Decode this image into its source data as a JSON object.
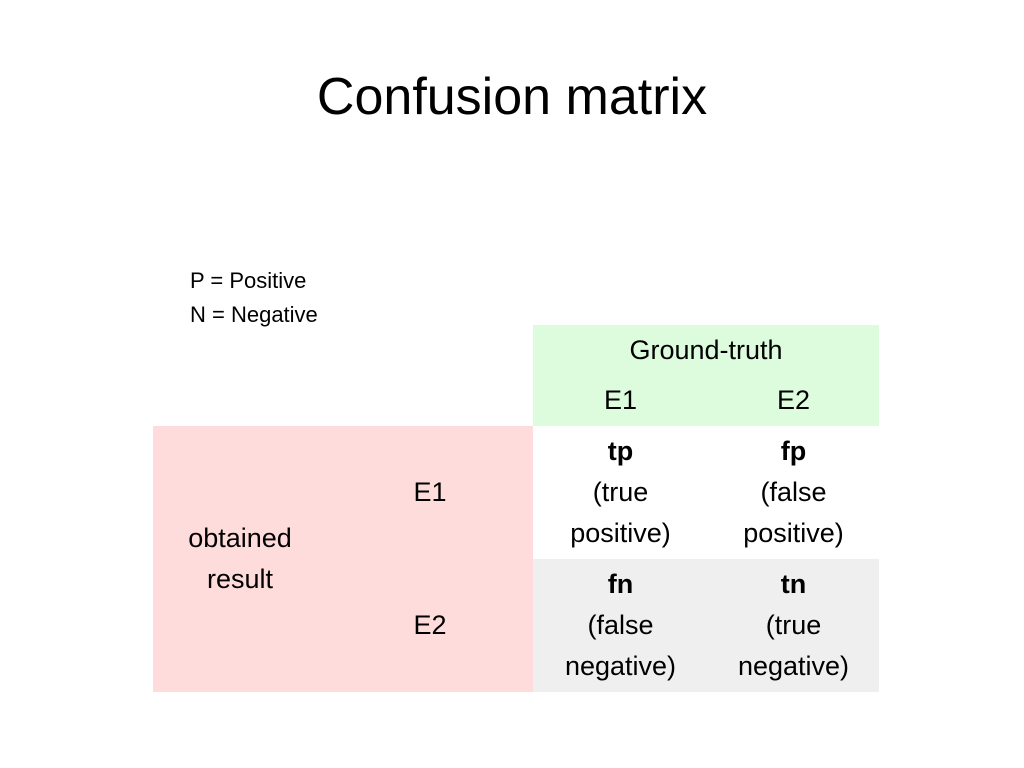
{
  "title": "Confusion matrix",
  "legend": {
    "line1": "P = Positive",
    "line2": "N = Negative"
  },
  "matrix": {
    "ground_truth_label": "Ground-truth",
    "ground_truth_classes": [
      "E1",
      "E2"
    ],
    "obtained_label_line1": "obtained",
    "obtained_label_line2": "result",
    "obtained_classes": [
      "E1",
      "E2"
    ],
    "cells": {
      "tp": {
        "abbr": "tp",
        "line1": "(true",
        "line2": "positive)"
      },
      "fp": {
        "abbr": "fp",
        "line1": "(false",
        "line2": "positive)"
      },
      "fn": {
        "abbr": "fn",
        "line1": "(false",
        "line2": "negative)"
      },
      "tn": {
        "abbr": "tn",
        "line1": "(true",
        "line2": "negative)"
      }
    }
  },
  "colors": {
    "ground_truth_bg": "#ddfcdd",
    "obtained_bg": "#ffdcdc",
    "bottom_row_bg": "#efefef"
  }
}
